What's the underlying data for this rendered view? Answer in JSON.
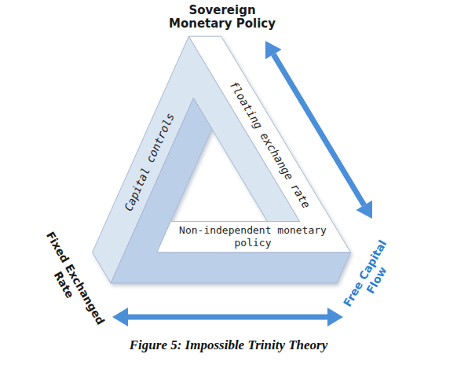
{
  "diagram": {
    "caption": "Figure 5: Impossible Trinity Theory",
    "nodes": [
      {
        "text": [
          "Capital controls"
        ]
      },
      {
        "text": [
          "floating exchange rate"
        ]
      },
      {
        "text": [
          "Non-independent monetary policy"
        ]
      }
    ],
    "labels": [
      "Sovereign Monetary Policy",
      "Fixed Exchanged Rate",
      "Free Capital Flow"
    ]
  }
}
